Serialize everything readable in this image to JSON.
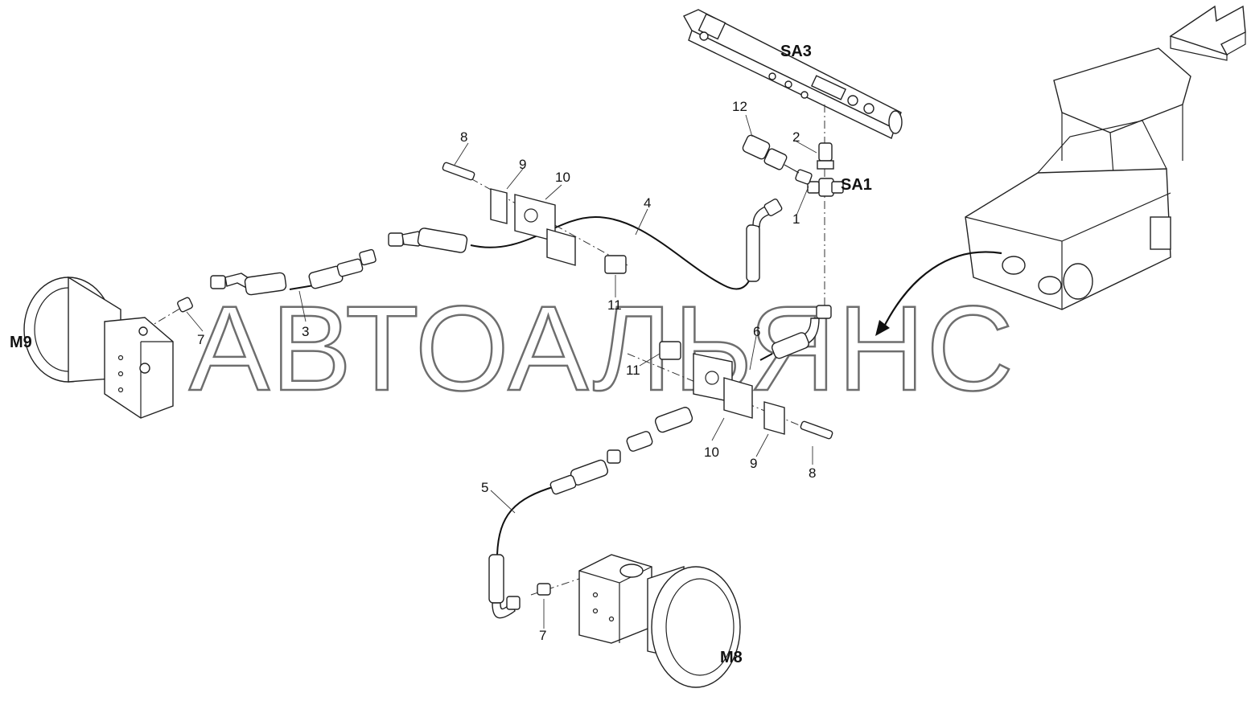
{
  "watermark": "АВТОАЛЬЯНС",
  "components": {
    "m9": "M9",
    "m8": "M8",
    "sa1": "SA1",
    "sa3": "SA3"
  },
  "callouts": {
    "c1": "1",
    "c2": "2",
    "c3": "3",
    "c4": "4",
    "c5": "5",
    "c6": "6",
    "c7a": "7",
    "c7b": "7",
    "c8a": "8",
    "c8b": "8",
    "c9a": "9",
    "c9b": "9",
    "c10a": "10",
    "c10b": "10",
    "c11a": "11",
    "c11b": "11",
    "c12": "12"
  },
  "icons": {
    "view_arrow": "direction-arrow-icon",
    "machine": "asphalt-paver-icon"
  }
}
